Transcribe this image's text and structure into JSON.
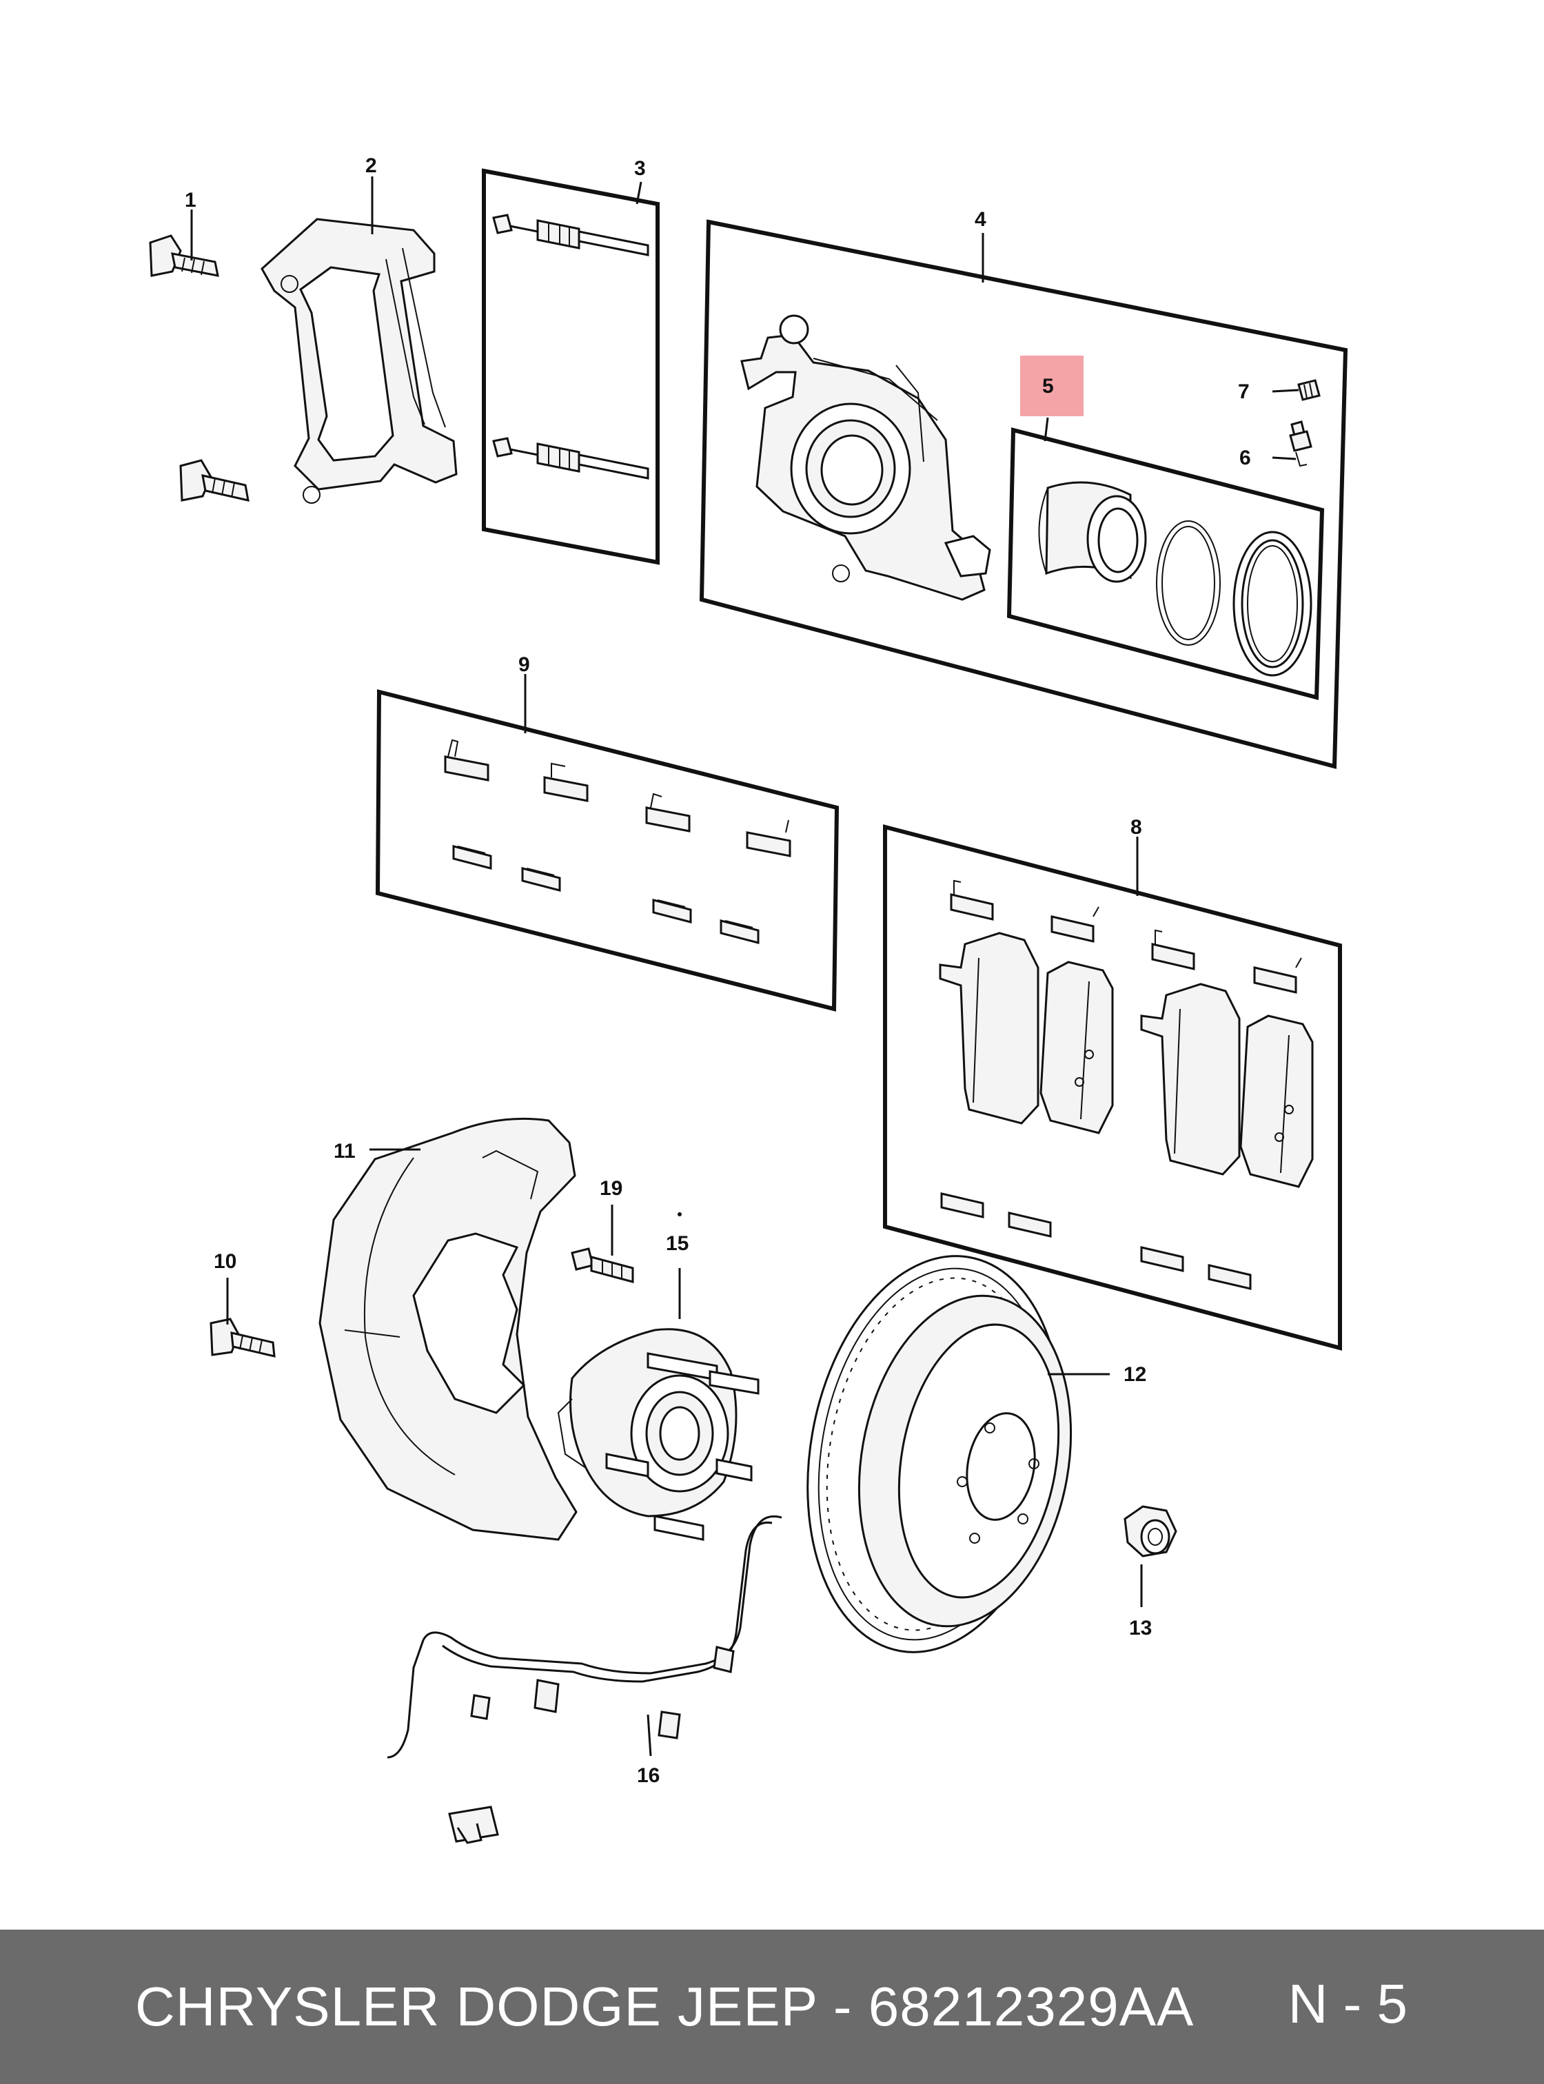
{
  "callouts": {
    "c1": "1",
    "c2": "2",
    "c3": "3",
    "c4": "4",
    "c5": "5",
    "c6": "6",
    "c7": "7",
    "c8": "8",
    "c9": "9",
    "c10": "10",
    "c11": "11",
    "c12": "12",
    "c13": "13",
    "c15": "15",
    "c16": "16",
    "c19": "19"
  },
  "highlight_color": "#f4a3a6",
  "footer": {
    "brand_part": "CHRYSLER DODGE JEEP - 68212329AA",
    "page_ref": "N - 5"
  }
}
